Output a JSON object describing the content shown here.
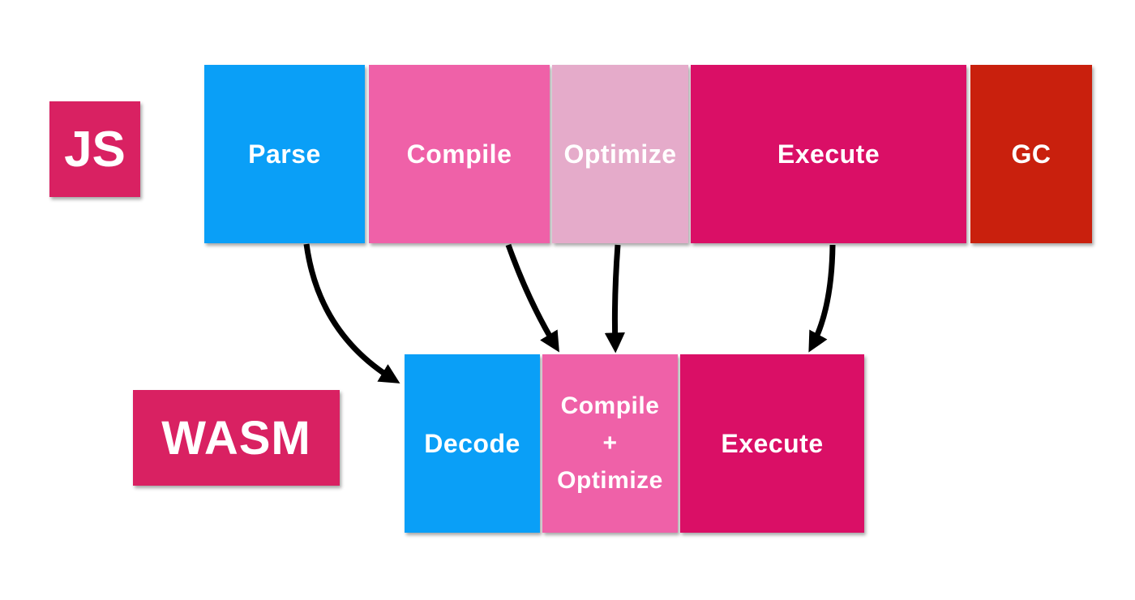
{
  "diagram": {
    "background": "#ffffff",
    "text_color": "#ffffff",
    "arrow_color": "#000000",
    "rows": [
      {
        "label": "JS",
        "label_color": "#d92162",
        "stages": [
          {
            "label": "Parse",
            "color": "#0a9ff7"
          },
          {
            "label": "Compile",
            "color": "#ef61a8"
          },
          {
            "label": "Optimize",
            "color": "#e5abca"
          },
          {
            "label": "Execute",
            "color": "#da0f66"
          },
          {
            "label": "GC",
            "color": "#c9200d"
          }
        ]
      },
      {
        "label": "WASM",
        "label_color": "#d92162",
        "stages": [
          {
            "label": "Decode",
            "color": "#0a9ff7"
          },
          {
            "label": "Compile + Optimize",
            "lines": [
              "Compile",
              "+",
              "Optimize"
            ],
            "color": "#ef61a8"
          },
          {
            "label": "Execute",
            "color": "#da0f66"
          }
        ]
      }
    ],
    "arrows": [
      {
        "from": "JS Parse",
        "to": "WASM Decode"
      },
      {
        "from": "JS Compile",
        "to": "WASM Compile + Optimize"
      },
      {
        "from": "JS Optimize",
        "to": "WASM Compile + Optimize"
      },
      {
        "from": "JS Execute",
        "to": "WASM Execute"
      }
    ]
  }
}
